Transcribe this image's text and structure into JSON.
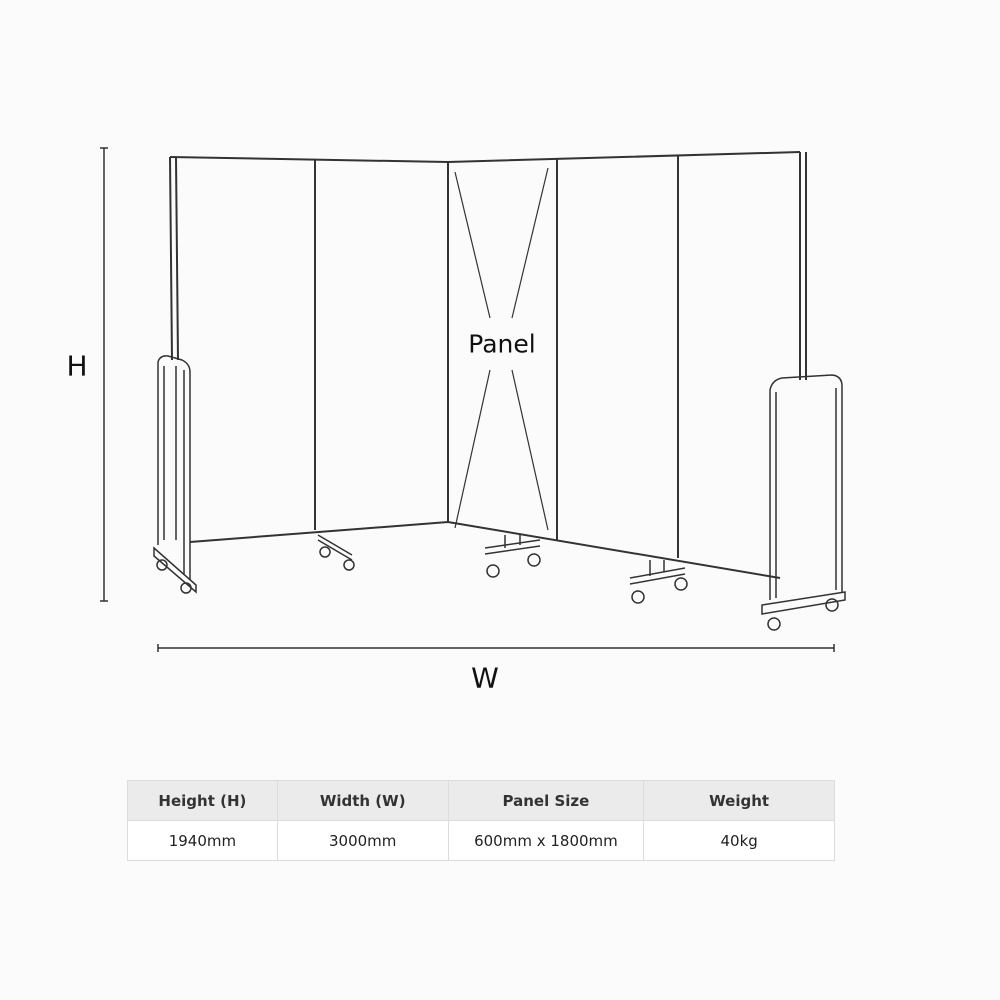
{
  "diagram": {
    "height_label": "H",
    "width_label": "W",
    "panel_label": "Panel"
  },
  "specs_table": {
    "headers": [
      "Height (H)",
      "Width (W)",
      "Panel Size",
      "Weight"
    ],
    "values": [
      "1940mm",
      "3000mm",
      "600mm x 1800mm",
      "40kg"
    ]
  }
}
